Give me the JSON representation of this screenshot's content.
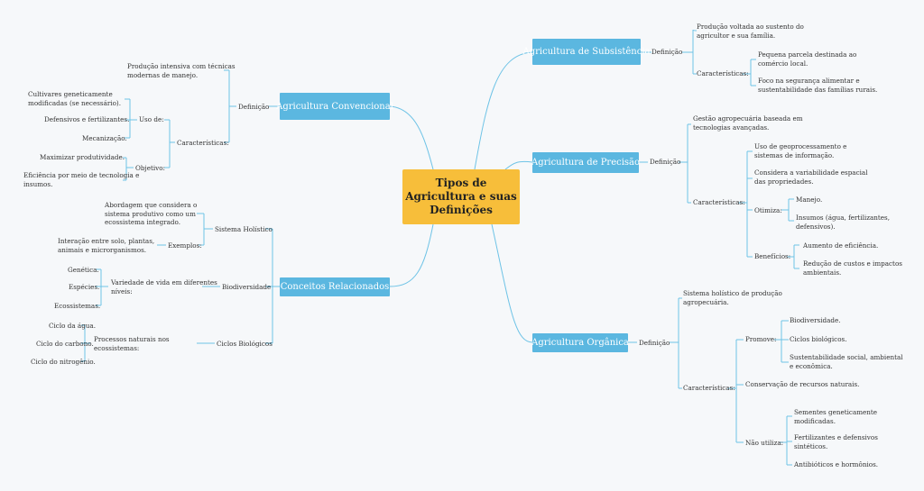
{
  "central": {
    "line1": "Tipos de",
    "line2": "Agricultura e suas",
    "line3": "Definições"
  },
  "subsistencia": {
    "title": "Agricultura de Subsistência",
    "definicao": "Definição",
    "def_text": [
      "Produção voltada ao sustento do",
      "agricultor e sua família."
    ],
    "caracteristicas": "Características:",
    "items": [
      [
        "Pequena parcela destinada ao",
        "comércio local."
      ],
      [
        "Foco na segurança alimentar e",
        "sustentabilidade das famílias rurais."
      ]
    ]
  },
  "precisao": {
    "title": "Agricultura de Precisão",
    "definicao": "Definição",
    "def_text": [
      "Gestão agropecuária baseada em",
      "tecnologias avançadas."
    ],
    "caracteristicas": "Características:",
    "c1": [
      "Uso de geoprocessamento e",
      "sistemas de informação."
    ],
    "c2": [
      "Considera a variabilidade espacial",
      "das propriedades."
    ],
    "otimiza": "Otimiza:",
    "otimiza_items": [
      [
        "Manejo."
      ],
      [
        "Insumos (água, fertilizantes,",
        "defensivos)."
      ]
    ],
    "beneficios": "Benefícios:",
    "beneficios_items": [
      [
        "Aumento de eficiência."
      ],
      [
        "Redução de custos e impactos",
        "ambientais."
      ]
    ]
  },
  "organica": {
    "title": "Agricultura Orgânica",
    "definicao": "Definição",
    "def_text": [
      "Sistema holístico de produção",
      "agropecuária."
    ],
    "caracteristicas": "Características:",
    "promove": "Promove:",
    "promove_items": [
      [
        "Biodiversidade."
      ],
      [
        "Ciclos biológicos."
      ],
      [
        "Sustentabilidade social, ambiental",
        "e econômica."
      ]
    ],
    "conservacao": "Conservação de recursos naturais.",
    "nao_utiliza": "Não utiliza:",
    "nao_items": [
      [
        "Sementes geneticamente",
        "modificadas."
      ],
      [
        "Fertilizantes e defensivos",
        "sintéticos."
      ],
      [
        "Antibióticos e hormônios."
      ]
    ]
  },
  "convencional": {
    "title": "Agricultura Convencional",
    "definicao": "Definição",
    "def_text": [
      "Produção intensiva com técnicas",
      "modernas de manejo."
    ],
    "caracteristicas": "Características:",
    "uso_de": "Uso de:",
    "uso_items": [
      [
        "Cultivares geneticamente",
        "modificadas (se necessário)."
      ],
      [
        "Defensivos e fertilizantes."
      ],
      [
        "Mecanização."
      ]
    ],
    "objetivo": "Objetivo:",
    "objetivo_items": [
      [
        "Maximizar produtividade."
      ],
      [
        "Eficiência por meio de tecnologia e",
        "insumos."
      ]
    ]
  },
  "conceitos": {
    "title": "Conceitos Relacionados",
    "holistico": "Sistema Holístico",
    "holistico_text": [
      "Abordagem que considera o",
      "sistema produtivo como um",
      "ecossistema integrado."
    ],
    "exemplos": "Exemplos:",
    "exemplos_text": [
      "Interação entre solo, plantas,",
      "animais e microrganismos."
    ],
    "biodiversidade": "Biodiversidade",
    "bio_text": [
      "Variedade de vida em diferentes",
      "níveis:"
    ],
    "bio_items": [
      "Genética.",
      "Espécies.",
      "Ecossistemas."
    ],
    "ciclos": "Ciclos Biológicos",
    "ciclos_text": [
      "Processos naturais nos",
      "ecossistemas:"
    ],
    "ciclos_items": [
      "Ciclo da água.",
      "Ciclo do carbono.",
      "Ciclo do nitrogênio."
    ]
  },
  "colors": {
    "central": "#f7be3a",
    "topic": "#5bb7e0",
    "line": "#6ec3e6",
    "background": "#f6f8fa"
  }
}
